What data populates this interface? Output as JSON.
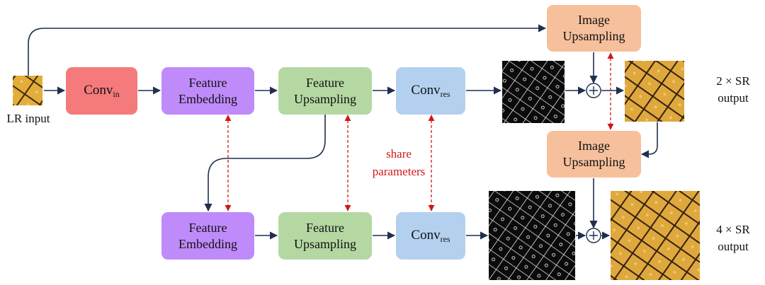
{
  "input": {
    "label": "LR input"
  },
  "conv_in": {
    "main": "Conv",
    "sub": "in"
  },
  "top_row": {
    "feature_embedding": {
      "line1": "Feature",
      "line2": "Embedding"
    },
    "feature_upsampling": {
      "line1": "Feature",
      "line2": "Upsampling"
    },
    "conv_res": {
      "main": "Conv",
      "sub": "res"
    }
  },
  "bottom_row": {
    "feature_embedding": {
      "line1": "Feature",
      "line2": "Embedding"
    },
    "feature_upsampling": {
      "line1": "Feature",
      "line2": "Upsampling"
    },
    "conv_res": {
      "main": "Conv",
      "sub": "res"
    }
  },
  "image_upsampling_top": {
    "line1": "Image",
    "line2": "Upsampling"
  },
  "image_upsampling_mid": {
    "line1": "Image",
    "line2": "Upsampling"
  },
  "share_label": {
    "line1": "share",
    "line2": "parameters"
  },
  "outputs": {
    "sr2": {
      "line1": "2 × SR",
      "line2": "output"
    },
    "sr4": {
      "line1": "4 × SR",
      "line2": "output"
    }
  },
  "colors": {
    "arrow": "#1f2f4f",
    "share": "#d01818",
    "conv_in": "#f57a7c",
    "feature_embedding": "#bf8bfb",
    "feature_upsampling": "#b5d8a3",
    "conv_res": "#b3d1ee",
    "image_upsampling": "#f6c09c"
  }
}
